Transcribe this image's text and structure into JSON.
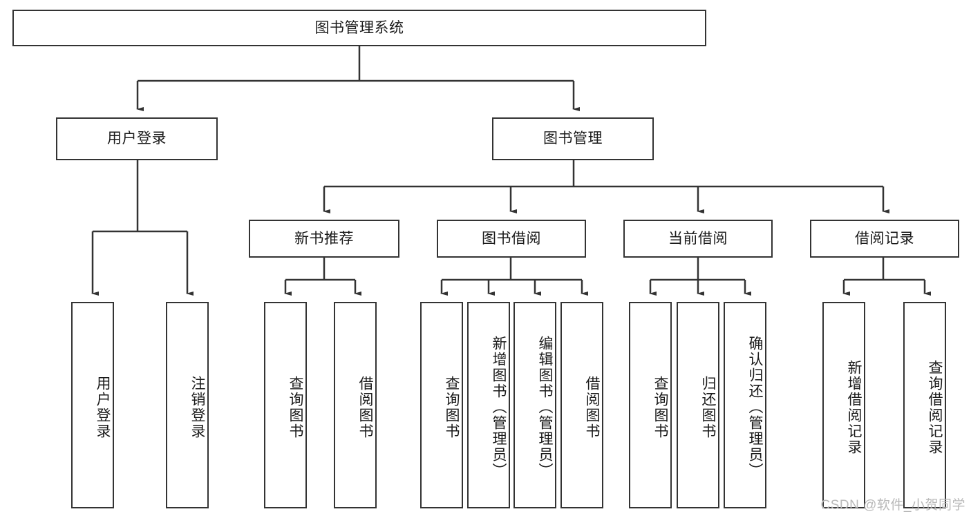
{
  "diagram": {
    "type": "tree-hierarchy-chart",
    "title": "图书管理系统",
    "watermark": "CSDN @软件_小贺同学",
    "colors": {
      "box_border": "#333333",
      "box_fill": "#ffffff",
      "connector": "#333333",
      "text": "#1a1a1a",
      "watermark": "#b9b9b9"
    },
    "levels": {
      "root": {
        "label": "图书管理系统"
      },
      "level2": [
        {
          "label": "用户登录"
        },
        {
          "label": "图书管理"
        }
      ],
      "level3": [
        {
          "label": "新书推荐"
        },
        {
          "label": "图书借阅"
        },
        {
          "label": "当前借阅"
        },
        {
          "label": "借阅记录"
        }
      ],
      "leaves": {
        "user_login": [
          {
            "label": "用户登录"
          },
          {
            "label": "注销登录"
          }
        ],
        "new_book_recommend": [
          {
            "label": "查询图书"
          },
          {
            "label": "借阅图书"
          }
        ],
        "book_borrow": [
          {
            "label": "查询图书"
          },
          {
            "label": "新增图书（管理员）"
          },
          {
            "label": "编辑图书（管理员）"
          },
          {
            "label": "借阅图书"
          }
        ],
        "current_borrow": [
          {
            "label": "查询图书"
          },
          {
            "label": "归还图书"
          },
          {
            "label": "确认归还（管理员）"
          }
        ],
        "borrow_records": [
          {
            "label": "新增借阅记录"
          },
          {
            "label": "查询借阅记录"
          }
        ]
      }
    }
  }
}
